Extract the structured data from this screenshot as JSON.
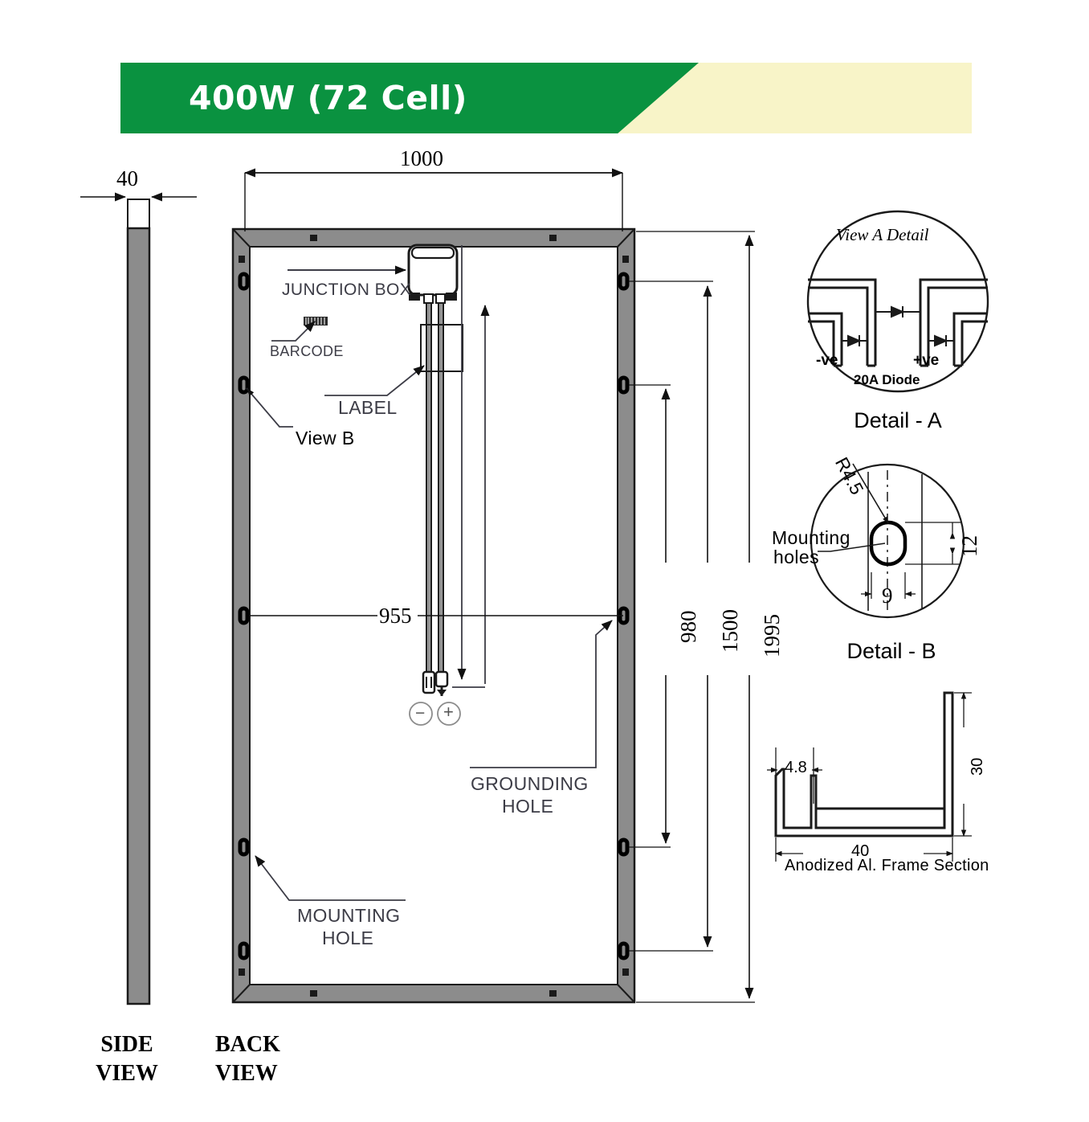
{
  "header": {
    "title": "400W (72 Cell)",
    "green_hex": "#0a9240",
    "yellow_hex": "#f8f4c8"
  },
  "views": {
    "side_view_label": "SIDE\nVIEW",
    "side_view_line1": "SIDE",
    "side_view_line2": "VIEW",
    "back_view_line1": "BACK",
    "back_view_line2": "VIEW"
  },
  "dimensions": {
    "thickness": "40",
    "width": "1000",
    "hole_pitch_horizontal": "955",
    "hole_pitch_980": "980",
    "hole_pitch_1500": "1500",
    "overall_length": "1995"
  },
  "callouts": {
    "junction_box": "JUNCTION BOX",
    "barcode": "BARCODE",
    "label": "LABEL",
    "view_b": "View B",
    "grounding_hole_line1": "GROUNDING",
    "grounding_hole_line2": "HOLE",
    "mounting_hole_line1": "MOUNTING",
    "mounting_hole_line2": "HOLE",
    "polarity_negative": "−",
    "polarity_positive": "+"
  },
  "detail_a": {
    "inner_title": "View A Detail",
    "negative": "-ve",
    "positive": "+ve",
    "diode_note": "20A Diode",
    "caption": "Detail  - A"
  },
  "detail_b": {
    "radius": "R4.5",
    "mounting_holes_line1": "Mounting",
    "mounting_holes_line2": "holes",
    "dim_height": "12",
    "dim_width": "9",
    "caption": "Detail  - B"
  },
  "frame_section": {
    "dim_lip": "4.8",
    "dim_width": "40",
    "dim_height": "30",
    "caption": "Anodized Al.  Frame  Section"
  },
  "colors": {
    "frame_gray": "#8c8c8c",
    "outline_black": "#1a1a1a",
    "leader_gray": "#3c3c46"
  }
}
